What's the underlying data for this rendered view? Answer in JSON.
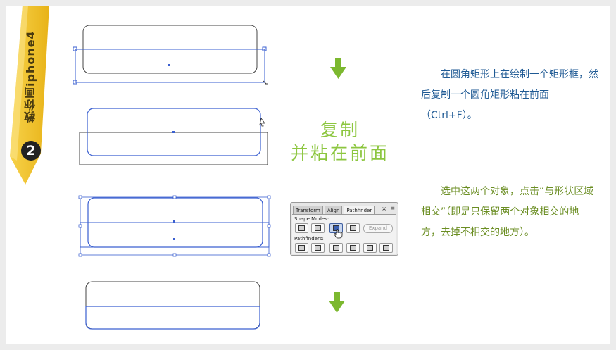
{
  "ribbon": {
    "text": "教你画iphone4",
    "step": "2",
    "color": "#f5c531"
  },
  "caption": {
    "line1": "复制",
    "line2": "并粘在前面",
    "color": "#8cc63f"
  },
  "paragraph1": "在圆角矩形上在绘制一个矩形框，然后复制一个圆角矩形粘在前面（Ctrl+F）。",
  "paragraph2": "选中这两个对象，点击“与形状区域相交”（即是只保留两个对象相交的地方，去掉不相交的地方）。",
  "pathfinder_panel": {
    "tabs": [
      "Transform",
      "Align",
      "Pathfinder"
    ],
    "active_tab": "Pathfinder",
    "close_glyph": "×",
    "menu_glyph": "≡",
    "shape_modes_label": "Shape Modes:",
    "pathfinders_label": "Pathfinders:",
    "expand_label": "Expand"
  },
  "colors": {
    "selection": "#3a5fd0",
    "outline": "#444444",
    "arrow": "#7cb82f",
    "text_blue": "#1f5a94",
    "text_green": "#6b8e23"
  }
}
